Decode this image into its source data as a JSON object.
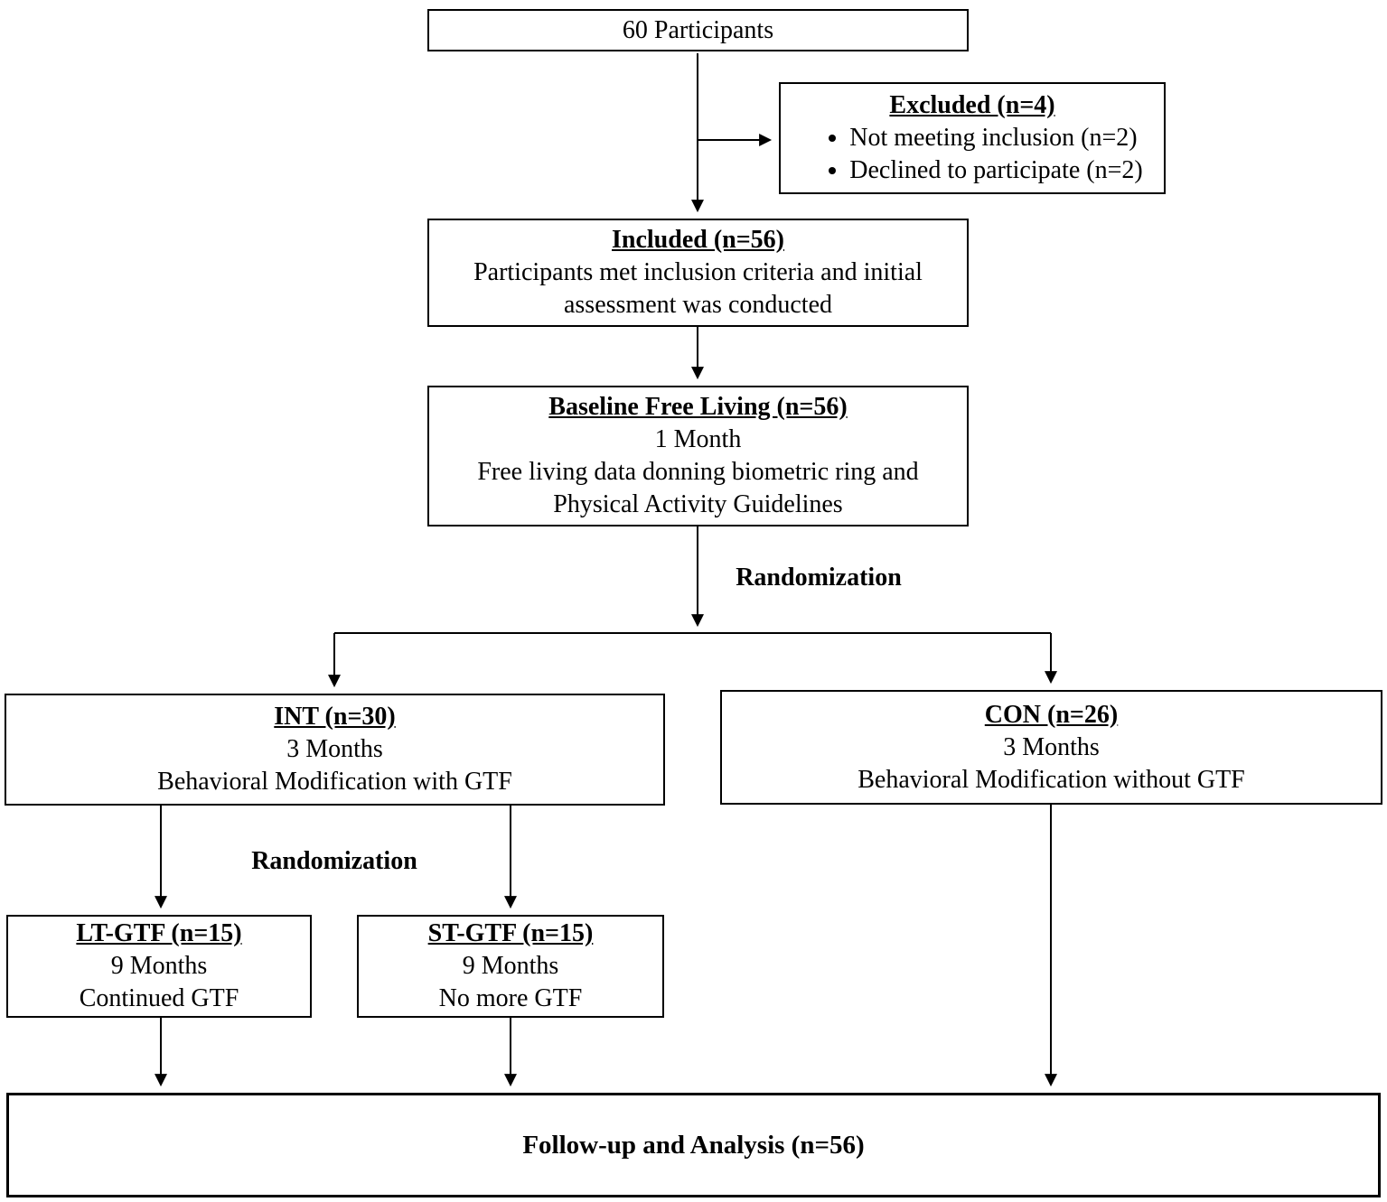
{
  "flowchart": {
    "participants": {
      "text": "60 Participants"
    },
    "excluded": {
      "title": "Excluded (n=4)",
      "bullets": [
        "Not meeting inclusion (n=2)",
        "Declined to participate (n=2)"
      ]
    },
    "included": {
      "title": "Included (n=56)",
      "body": "Participants met inclusion criteria and initial assessment was conducted"
    },
    "baseline": {
      "title": "Baseline Free Living (n=56)",
      "duration": "1 Month",
      "body": "Free living data donning biometric ring and Physical Activity Guidelines"
    },
    "labels": {
      "randomization_top": "Randomization",
      "randomization_bottom": "Randomization"
    },
    "int_group": {
      "title": "INT (n=30)",
      "duration": "3 Months",
      "body": "Behavioral Modification with GTF"
    },
    "con_group": {
      "title": "CON (n=26)",
      "duration": "3 Months",
      "body": "Behavioral Modification without GTF"
    },
    "lt_gtf": {
      "title": "LT-GTF (n=15)",
      "duration": "9 Months",
      "body": "Continued GTF"
    },
    "st_gtf": {
      "title": "ST-GTF (n=15)",
      "duration": "9 Months",
      "body": "No more GTF"
    },
    "followup": {
      "title": "Follow-up and Analysis (n=56)"
    }
  }
}
